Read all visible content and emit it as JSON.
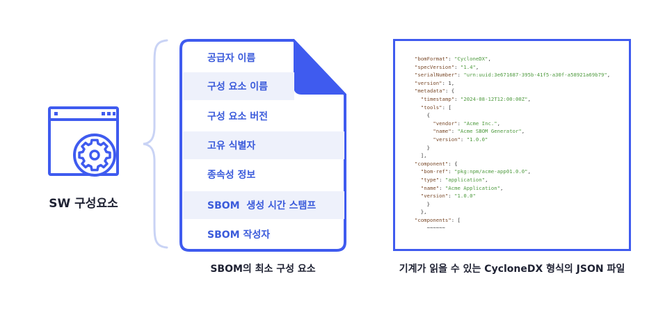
{
  "component": {
    "label": "SW 구성요소"
  },
  "sbom": {
    "items": [
      "공급자 이름",
      "구성 요소 이름",
      "구성 요소 버전",
      "고유 식별자",
      "종속성 정보",
      "SBOM  생성 시간 스탬프",
      "SBOM 작성자"
    ],
    "caption": "SBOM의 최소 구성 요소"
  },
  "json_file": {
    "lines": [
      "\"bomFormat\": \"CycloneDX\",",
      "\"specVersion\": \"1.4\",",
      "\"serialNumber\": \"urn:uuid:3e671687-395b-41f5-a30f-a58921a69b79\",",
      "\"version\": 1,",
      "\"metadata\": {",
      "  \"timestamp\": \"2024-08-12T12:00:00Z\",",
      "  \"tools\": [",
      "    {",
      "      \"vendor\": \"Acme Inc.\",",
      "      \"name\": \"Acme SBOM Generator\",",
      "      \"version\": \"1.0.0\"",
      "    }",
      "  ],",
      "\"component\": {",
      "  \"bom-ref\": \"pkg:npm/acme-app01.0.0\",",
      "  \"type\": \"application\",",
      "  \"name\": \"Acme Application\",",
      "  \"version\": \"1.0.0\"",
      "    }",
      "  },",
      "\"components\": [",
      "    ~~~~~~"
    ],
    "caption": "기계가 읽을 수 있는 CycloneDX 형식의 JSON 파일"
  },
  "colors": {
    "accent": "#3f5bef",
    "item_text": "#3b5bdb",
    "shade": "#eef1fb",
    "brace": "#c9d3f5"
  }
}
